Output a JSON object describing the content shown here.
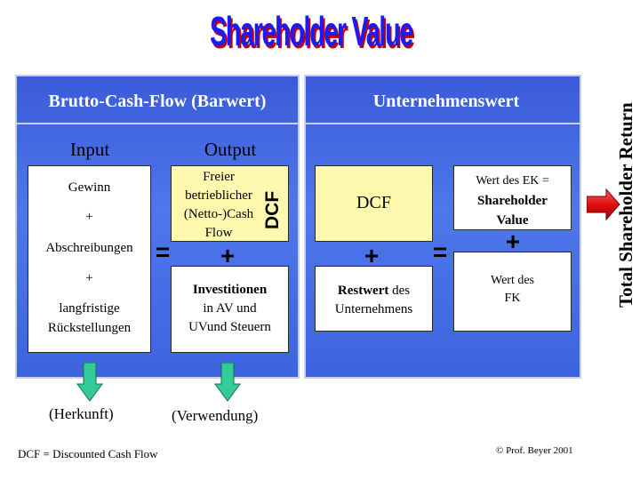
{
  "title": "Shareholder Value",
  "left_panel": {
    "header": "Brutto-Cash-Flow (Barwert)",
    "input_label": "Input",
    "output_label": "Output",
    "input_box": {
      "line1": "Gewinn",
      "plus1": "+",
      "line2": "Abschreibungen",
      "plus2": "+",
      "line3": "langfristige",
      "line4": "Rückstellungen"
    },
    "output_top_box": {
      "line1": "Freier",
      "line2": "betrieblicher",
      "line3": "(Netto-)Cash",
      "line4": "Flow",
      "vertical": "DCF"
    },
    "output_bottom_box": {
      "line1": "Investitionen",
      "line2": "in  AV und",
      "line3": "UVund Steuern"
    },
    "equals": "=",
    "plus": "+"
  },
  "right_panel": {
    "header": "Unternehmenswert",
    "dcf_box": "DCF",
    "plus": "+",
    "equals": "=",
    "restwert_box": {
      "bold": "Restwert",
      "rest1": " des",
      "line2": "Unternehmens"
    },
    "ek_box": {
      "line1": "Wert des EK =",
      "line2": "Shareholder",
      "line3": "Value"
    },
    "ek_plus": "+",
    "fk_box": {
      "line1": "Wert  des",
      "line2": "FK"
    }
  },
  "side_label": "Total Shareholder Return",
  "herkunft": "(Herkunft)",
  "verwendung": "(Verwendung)",
  "footnote_left": "DCF = Discounted Cash Flow",
  "footnote_right": "© Prof. Beyer 2001",
  "colors": {
    "title": "#1a1aff",
    "title_shadow": "#c00000",
    "panel": "#4a6fe6",
    "yellow_box": "#fff9b0",
    "down_arrow": "#33cc99",
    "right_arrow": "#e02020"
  }
}
